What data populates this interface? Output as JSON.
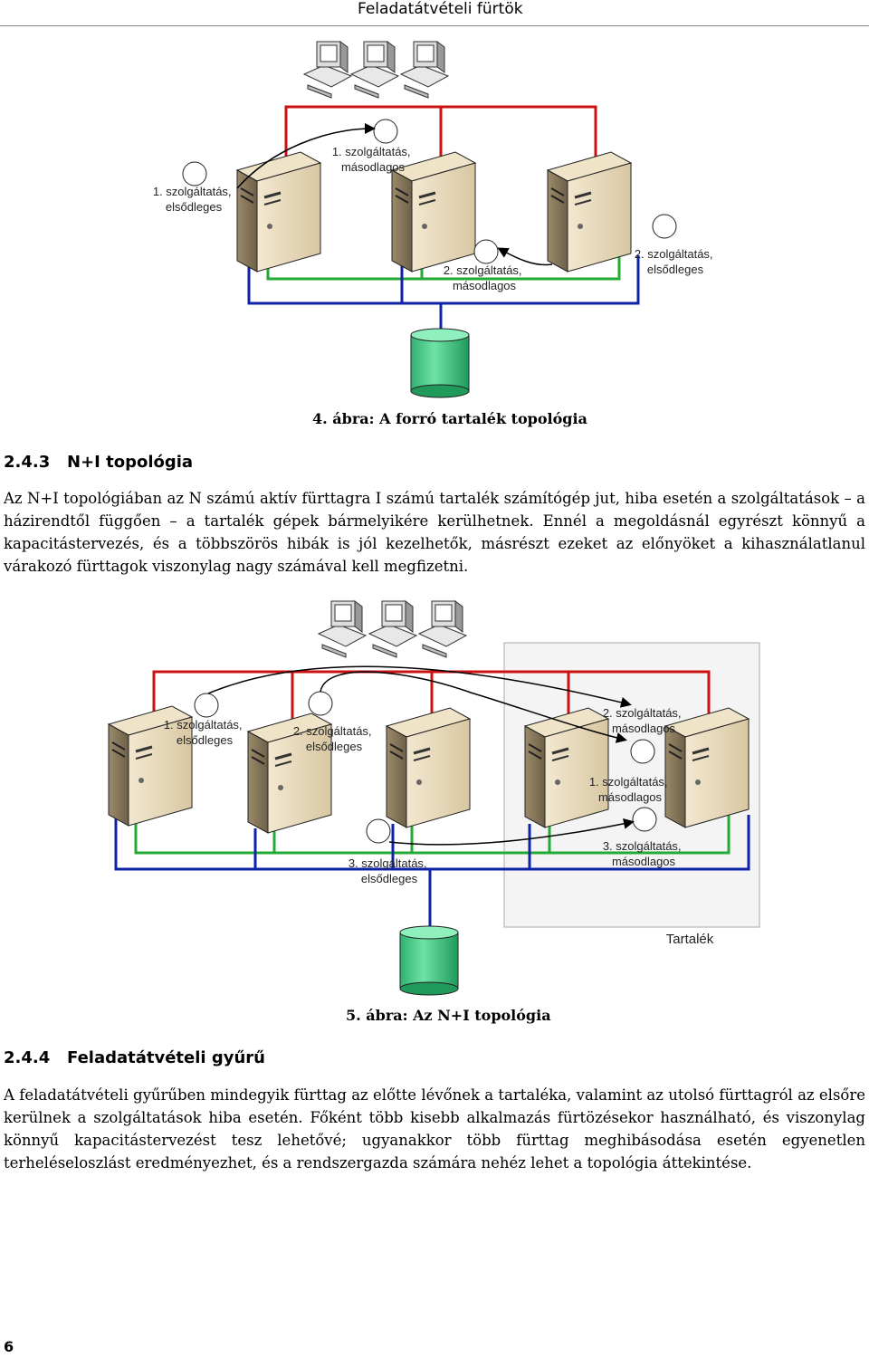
{
  "header": {
    "title": "Feladatátvételi fürtök"
  },
  "figure4": {
    "caption": "4. ábra: A forró tartalék topológia",
    "labels": {
      "s1_primary": [
        "1. szolgáltatás,",
        "elsődleges"
      ],
      "s1_secondary": [
        "1. szolgáltatás,",
        "másodlagos"
      ],
      "s2_secondary": [
        "2. szolgáltatás,",
        "másodlagos"
      ],
      "s2_primary": [
        "2. szolgáltatás,",
        "elsődleges"
      ]
    }
  },
  "section_243": {
    "number": "2.4.3",
    "title": "N+I topológia",
    "paragraph": "Az N+I topológiában az N számú aktív fürttagra I számú tartalék számítógép jut, hiba esetén a szolgáltatások – a házirendtől függően – a tartalék gépek bármelyikére kerülhetnek. Ennél a megoldásnál egyrészt könnyű a kapacitástervezés, és a többszörös hibák is jól kezelhetők, másrészt ezeket az előnyöket a kihasználatlanul várakozó fürttagok viszonylag nagy számával kell megfizetni."
  },
  "figure5": {
    "caption": "5. ábra: Az N+I topológia",
    "labels": {
      "s1_primary": [
        "1. szolgáltatás,",
        "elsődleges"
      ],
      "s2_primary": [
        "2. szolgáltatás,",
        "elsődleges"
      ],
      "s2_secondary": [
        "2. szolgáltatás,",
        "másodlagos"
      ],
      "s1_secondary": [
        "1. szolgáltatás,",
        "másodlagos"
      ],
      "s3_primary": [
        "3. szolgáltatás,",
        "elsődleges"
      ],
      "s3_secondary": [
        "3. szolgáltatás,",
        "másodlagos"
      ],
      "reserve": "Tartalék"
    }
  },
  "section_244": {
    "number": "2.4.4",
    "title": "Feladatátvételi gyűrű",
    "paragraph": "A feladatátvételi gyűrűben mindegyik fürttag az előtte lévőnek a tartaléka, valamint az utolsó fürttagról az elsőre kerülnek a szolgáltatások hiba esetén. Főként több kisebb alkalmazás fürtözésekor használható, és viszonylag könnyű kapacitástervezést tesz lehetővé; ugyanakkor több fürttag meghibásodása esetén egyenetlen terheléseloszlást eredményezhet, és a rendszergazda számára nehéz lehet a topológia áttekintése."
  },
  "page_number": "6",
  "colors": {
    "red": "#cc1111",
    "green": "#22aa33",
    "blue": "#1122aa",
    "disk": "#44cc88"
  }
}
